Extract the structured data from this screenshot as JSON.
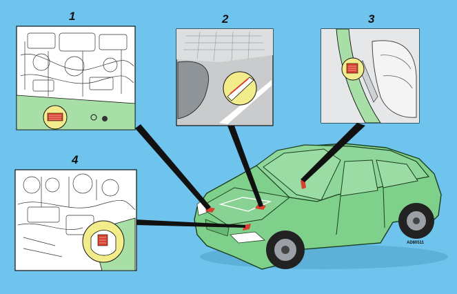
{
  "colors": {
    "background": "#6fc4ee",
    "car_body": "#7fd08a",
    "panel_background": "#ffffff",
    "highlight_green": "#a8dfa6",
    "marker_red": "#d9412e",
    "callout_yellow": "#f3ec8a",
    "pointer_line": "#111111"
  },
  "panels": [
    {
      "label": "1",
      "content": "engine-bay-front-view"
    },
    {
      "label": "2",
      "content": "interior-floor-view"
    },
    {
      "label": "3",
      "content": "door-pillar-view"
    },
    {
      "label": "4",
      "content": "engine-bay-side-view"
    }
  ],
  "figure_code": "AD80511"
}
